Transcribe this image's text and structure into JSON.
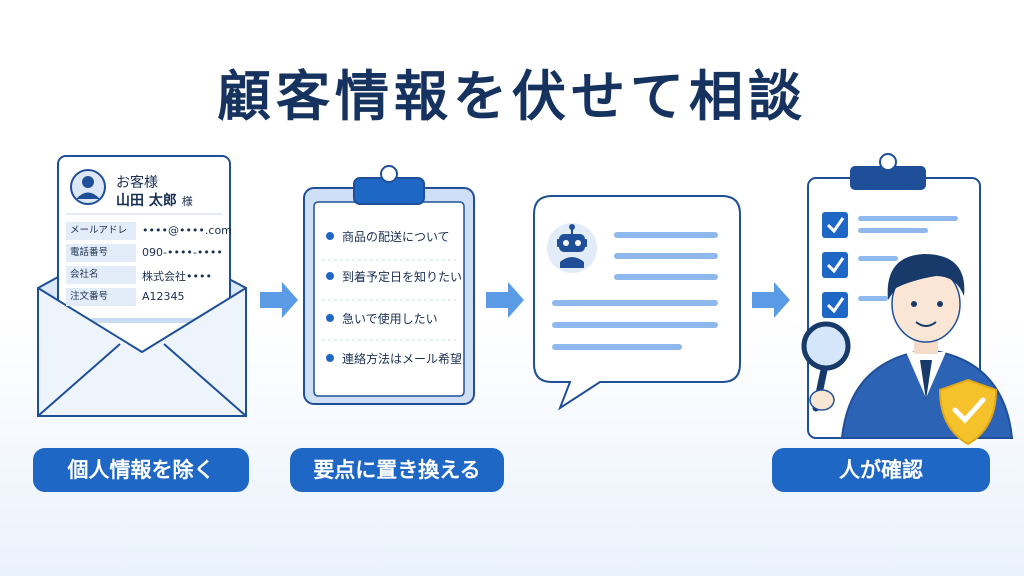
{
  "title": "顧客情報を伏せて相談",
  "customer_card": {
    "header": "お客様",
    "name": "山田 太郎",
    "honorific": "様",
    "fields": [
      {
        "label": "メールアドレス",
        "value": "••••@••••.com"
      },
      {
        "label": "電話番号",
        "value": "090-••••-••••"
      },
      {
        "label": "会社名",
        "value": "株式会社••••"
      },
      {
        "label": "注文番号",
        "value": "A12345"
      }
    ]
  },
  "clipboard_items": [
    "商品の配送について",
    "到着予定日を知りたい",
    "急いで使用したい",
    "連絡方法はメール希望"
  ],
  "steps": [
    {
      "label": "個人情報を除く"
    },
    {
      "label": "要点に置き換える"
    },
    {
      "label": "人が確認"
    }
  ],
  "colors": {
    "primary": "#1f67c4",
    "navy": "#16325f",
    "light_blue": "#e3edf9",
    "arrow": "#5b9be6",
    "shield": "#f5c22c"
  }
}
